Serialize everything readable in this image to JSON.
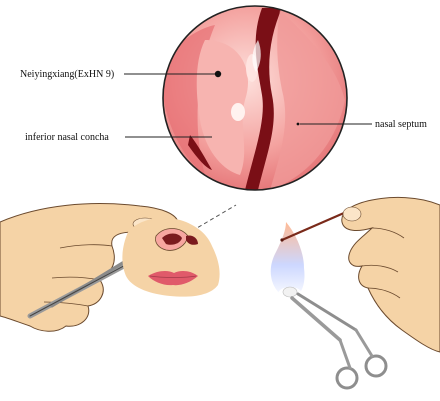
{
  "labels": {
    "neiyingxiang": "Neiyingxiang(ExHN 9)",
    "inferior_concha": "inferior nasal concha",
    "septum": "nasal septum"
  },
  "colors": {
    "mucosa": "#f08a8a",
    "mucosa_light": "#fbd3cf",
    "cavity_dark": "#7a0f16",
    "skin": "#f5d3a6",
    "skin_shade": "#e7b98b",
    "steel": "#8e8e8e",
    "outline": "#222222"
  }
}
